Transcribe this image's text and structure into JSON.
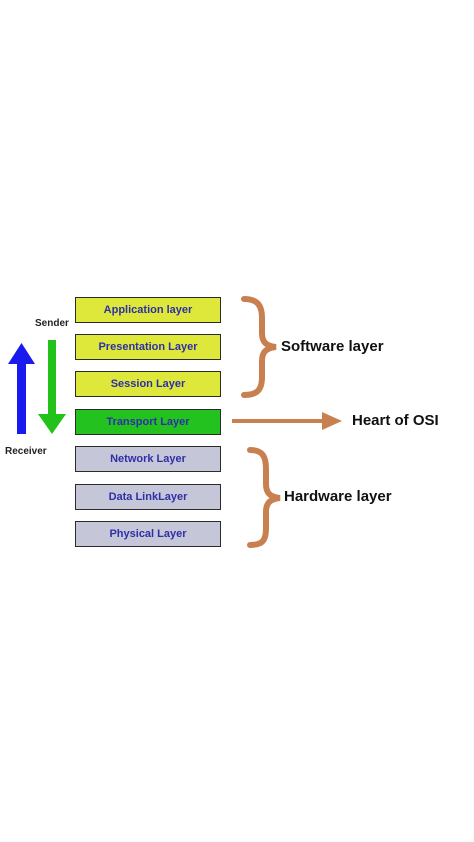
{
  "labels": {
    "sender": "Sender",
    "receiver": "Receiver",
    "software_layer": "Software layer",
    "hardware_layer": "Hardware layer",
    "heart_of_osi": "Heart of OSI"
  },
  "layers": [
    {
      "label": "Application layer",
      "color": "#dde83b"
    },
    {
      "label": "Presentation Layer",
      "color": "#dde83b"
    },
    {
      "label": "Session Layer",
      "color": "#dde83b"
    },
    {
      "label": "Transport Layer",
      "color": "#23c21f"
    },
    {
      "label": "Network Layer",
      "color": "#c6c6d9"
    },
    {
      "label": "Data LinkLayer",
      "color": "#c6c6d9"
    },
    {
      "label": "Physical Layer",
      "color": "#c6c6d9"
    }
  ],
  "colors": {
    "layer_text": "#2f2fa8",
    "up_arrow": "#1a1aef",
    "down_arrow": "#22c21a",
    "brace_and_pointer": "#c98050"
  },
  "icons": {
    "up_arrow": "arrow-up-icon",
    "down_arrow": "arrow-down-icon",
    "software_brace": "right-curly-brace-icon",
    "hardware_brace": "right-curly-brace-icon",
    "pointer_arrow": "arrow-right-icon"
  }
}
